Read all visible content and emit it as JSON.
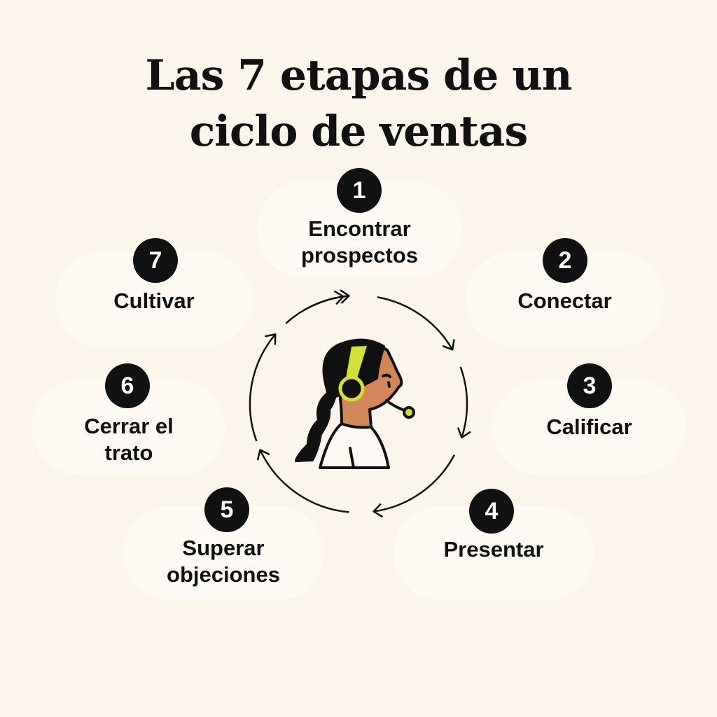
{
  "title": {
    "line1": "Las 7 etapas de un",
    "line2": "ciclo de ventas"
  },
  "colors": {
    "background": "#fbf5ec",
    "card": "#fefaf3",
    "badge": "#111111",
    "headset": "#d4e03a",
    "skin": "#d2875a"
  },
  "center_icon": "customer-support-agent-headset-icon",
  "cycle_direction": "clockwise",
  "stages": [
    {
      "number": "1",
      "label_lines": [
        "Encontrar",
        "prospectos"
      ]
    },
    {
      "number": "2",
      "label_lines": [
        "Conectar"
      ]
    },
    {
      "number": "3",
      "label_lines": [
        "Calificar"
      ]
    },
    {
      "number": "4",
      "label_lines": [
        "Presentar"
      ]
    },
    {
      "number": "5",
      "label_lines": [
        "Superar",
        "objeciones"
      ]
    },
    {
      "number": "6",
      "label_lines": [
        "Cerrar el",
        "trato"
      ]
    },
    {
      "number": "7",
      "label_lines": [
        "Cultivar"
      ]
    }
  ]
}
